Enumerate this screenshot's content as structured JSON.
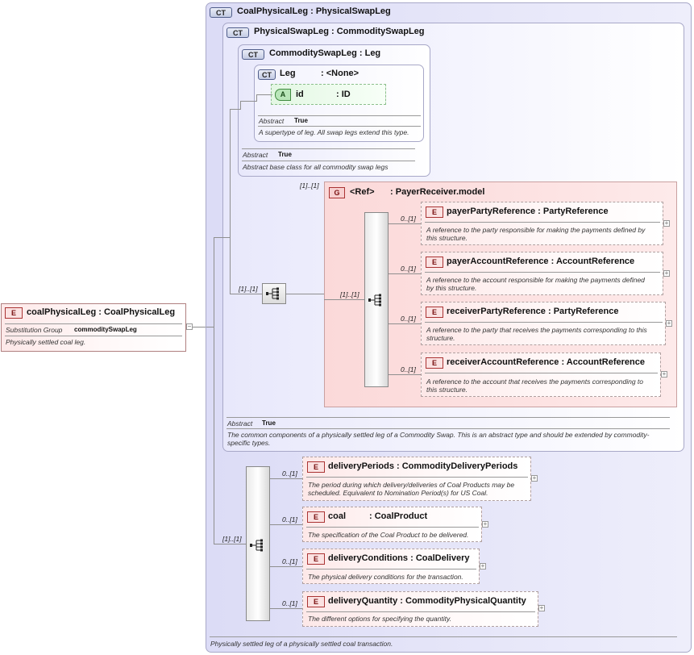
{
  "root": {
    "element_badge": "E",
    "name": "coalPhysicalLeg",
    "type": "CoalPhysicalLeg",
    "subst_label": "Substitution Group",
    "subst_value": "commoditySwapLeg",
    "doc": "Physically settled coal leg."
  },
  "ct_coal": {
    "badge": "CT",
    "name": "CoalPhysicalLeg",
    "base": "PhysicalSwapLeg",
    "doc": "Physically settled leg of a physically settled coal transaction."
  },
  "ct_physical": {
    "badge": "CT",
    "name": "PhysicalSwapLeg",
    "base": "CommoditySwapLeg",
    "abstract_label": "Abstract",
    "abstract_value": "True",
    "doc": "The common components of a physically settled leg of a Commodity Swap. This is an abstract type and should be extended by commodity-specific types."
  },
  "ct_commodity": {
    "badge": "CT",
    "name": "CommoditySwapLeg",
    "base": "Leg",
    "abstract_label": "Abstract",
    "abstract_value": "True",
    "doc": "Abstract base class for all commodity swap legs"
  },
  "ct_leg": {
    "badge": "CT",
    "name": "Leg",
    "base": "<None>",
    "attr_badge": "A",
    "attr_name": "id",
    "attr_type": "ID",
    "abstract_label": "Abstract",
    "abstract_value": "True",
    "doc": "A supertype of leg. All swap legs extend this type."
  },
  "group": {
    "badge": "G",
    "name": "<Ref>",
    "type": "PayerReceiver.model",
    "cardinality": "[1]..[1]",
    "seq_cardinality": "[1]..[1]",
    "elements": [
      {
        "badge": "E",
        "name": "payerPartyReference",
        "type": "PartyReference",
        "card": "0..[1]",
        "doc1": "A reference to the party responsible for making the payments defined by",
        "doc2": "this structure."
      },
      {
        "badge": "E",
        "name": "payerAccountReference",
        "type": "AccountReference",
        "card": "0..[1]",
        "doc1": "A reference to the account responsible for making the payments defined",
        "doc2": "by this structure."
      },
      {
        "badge": "E",
        "name": "receiverPartyReference",
        "type": "PartyReference",
        "card": "0..[1]",
        "doc1": "A reference to the party that receives the payments corresponding to this",
        "doc2": "structure."
      },
      {
        "badge": "E",
        "name": "receiverAccountReference",
        "type": "AccountReference",
        "card": "0..[1]",
        "doc1": "A reference to the account that receives the payments corresponding to",
        "doc2": "this structure."
      }
    ]
  },
  "outer_seq_cardinality": "[1]..[1]",
  "coal_seq": {
    "cardinality": "[1]..[1]",
    "elements": [
      {
        "badge": "E",
        "name": "deliveryPeriods",
        "type": "CommodityDeliveryPeriods",
        "card": "0..[1]",
        "doc1": "The period during which delivery/deliveries of Coal Products may be",
        "doc2": "scheduled. Equivalent to Nomination Period(s) for US Coal."
      },
      {
        "badge": "E",
        "name": "coal",
        "type": "CoalProduct",
        "card": "0..[1]",
        "doc1": "The specification of the Coal Product to be delivered.",
        "doc2": ""
      },
      {
        "badge": "E",
        "name": "deliveryConditions",
        "type": "CoalDelivery",
        "card": "0..[1]",
        "doc1": "The physical delivery conditions for the transaction.",
        "doc2": ""
      },
      {
        "badge": "E",
        "name": "deliveryQuantity",
        "type": "CommodityPhysicalQuantity",
        "card": "0..[1]",
        "doc1": "The different options for specifying the quantity.",
        "doc2": ""
      }
    ]
  },
  "separator": ":",
  "plus_glyph": "+",
  "minus_glyph": "−",
  "icons": {
    "sequence": "sequence-compositor-icon"
  }
}
